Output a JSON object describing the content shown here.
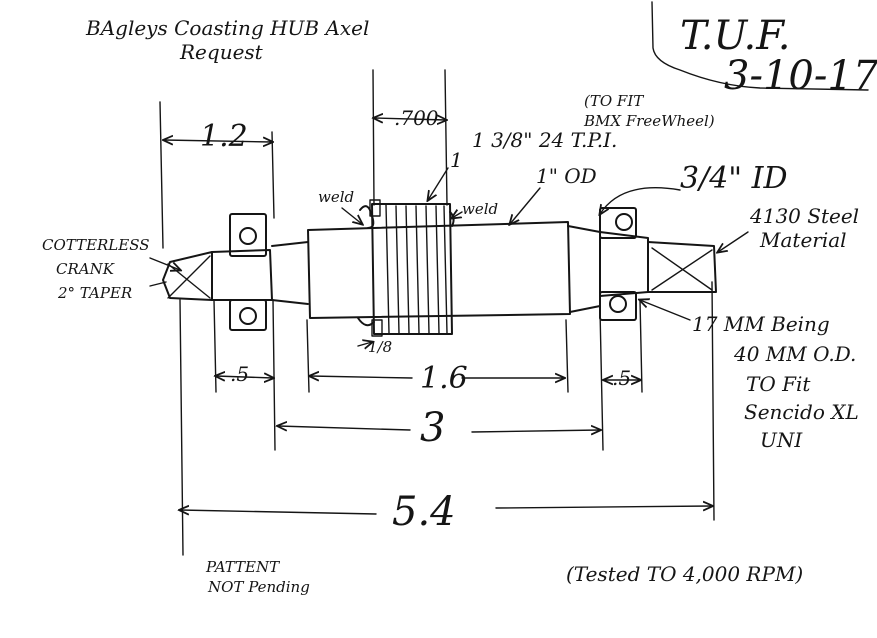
{
  "header": {
    "title_line1": "BAgleys  Coasting HUB Axel",
    "title_line2": "Request",
    "initials": "T.U.F.",
    "date": "3-10-17"
  },
  "callouts": {
    "cotterless_crank": [
      "COTTERLESS",
      "CRANK",
      "2° TAPER"
    ],
    "thread_spec": "1 3/8\" 24 T.P.I.",
    "thread_note": [
      "(TO FIT",
      "BMX FreeWheel)"
    ],
    "weld_left": "weld",
    "weld_right": "weld",
    "od_label": "1\" OD",
    "od_mark": "1",
    "bearing_size": "3/4\" ID",
    "steel": [
      "4130 Steel",
      "Material"
    ],
    "bearing_spec": [
      "17 MM Being",
      "40 MM O.D.",
      "TO Fit",
      "Sencido XL",
      "UNI"
    ]
  },
  "dimensions": {
    "left_bearing_width": "1.2",
    "thread_width": ".700",
    "weld_gap": "1/8",
    "left_end": ".5",
    "center": "1.6",
    "right_end": ".5",
    "middle": "3",
    "overall": "5.4"
  },
  "footer": {
    "patent": [
      "PATTENT",
      "NOT Pending"
    ],
    "tested": "(Tested TO 4,000 RPM)"
  }
}
